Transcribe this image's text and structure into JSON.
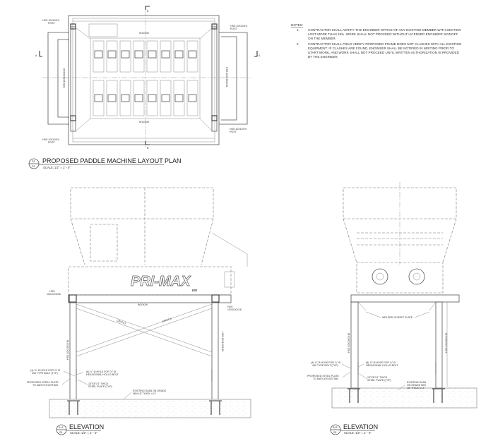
{
  "notes": {
    "heading": "NOTES:",
    "items": [
      {
        "num": "1.",
        "lines": [
          "CONTRACTOR SHALL NOTIFY THE ENGINEER OFFICE OF ANY EXISTING MEMBER WITH SECTION",
          "LOST MORE THAN 15%. WORK SHALL NOT PROCEED WITHOUT LICENSED ENGINEER SIGNOFF",
          "ON THE MEMBER."
        ]
      },
      {
        "num": "2.",
        "lines": [
          "CONTRACTOR SHALL FIELD VERIFY PROPOSED FRAME DOES NOT CLASHES WITH ALL EXISTING",
          "EQUIPMENT. IF CLASHES ARE FOUND, ENGINEER SHALL BE NOTIFIED IN WRITING PRIOR TO",
          "START WORK, AND WORK SHALL  NOT PROCEED UNTIL WRITTEN AUTHORIZATION IS PROVIDED",
          "BY THE ENGINEER."
        ]
      }
    ]
  },
  "plan": {
    "title": "PROPOSED PADDLE MACHINE LAYOUT PLAN",
    "scale": "SCALE: 1/2\" = 1' - 0\"",
    "tag_top": "P1",
    "tag_bottom": "S1",
    "section_a": "A",
    "section_b": "B",
    "post_label_1": "HSS 10X10X⅝",
    "post_label_2": "POST",
    "beam_label": "W10X49",
    "side_label": "HSS 10X10X3/16"
  },
  "elev_a": {
    "title": "ELEVATION",
    "scale": "SCALE: 1/2\" = 1' - 0\"",
    "tag_top": "A-A",
    "tag_bottom": "S1",
    "logo": "PRI-MAX",
    "logo_sub": "ESI",
    "hss_top_1": "HSS",
    "hss_top_2": "10X10X3/16",
    "beam": "W10X49",
    "brace_1": "C8X11.5",
    "brace_2": "C8X11.5",
    "post": "HSS 10X10X3/16",
    "bolt_1a": "(4) ⅞\" Ø HOLE FOR ⅞\" Ø",
    "bolt_1b": "490 TYPE BOLT (TYP)",
    "bolt_2a": "(8) ⅞\" Ø HOLE FOR ⅞\" Ø",
    "bolt_2b": "HEXAGONAL HOLLO-BOLT",
    "plate_1a": "PROPOSED STEEL PLATE",
    "plate_1b": "TO MATCH EXISTING",
    "plate_2a": "13\"X8\"X1\" THICK",
    "plate_2b": "STEEL PLATE (TYP)",
    "slab_a": "EXISTING SLAB ON GRADE",
    "slab_b": "MIN 18\" THICK V.I.F"
  },
  "elev_b": {
    "title": "ELEVATION",
    "scale": "SCALE: 1/2\" = 1' - 0\"",
    "tag_top": "B-B",
    "tag_bottom": "S1",
    "gusset": "WELDED GUSSET PLATE",
    "post": "HSS 10X10X3/16",
    "bolt_1a": "(4) ⅞\" Ø HOLE FOR ⅞\" Ø",
    "bolt_1b": "490 TYPE BOLT (TYP)",
    "bolt_2a": "(8) ⅞\" Ø HOLE FOR ⅞\" Ø",
    "bolt_2b": "HEXAGONAL HOLLO-BOLT",
    "plate_1a": "PROPOSED STEEL PLATE",
    "plate_1b": "TO MATCH EXISTING",
    "plate_2a": "13\"X8\"X1\" THICK",
    "plate_2b": "STEEL PLATE (TYP)",
    "slab_a": "EXISTING SLAB",
    "slab_b": "ON GRADE MIN",
    "slab_c": "18\" THICK V.I.F"
  }
}
